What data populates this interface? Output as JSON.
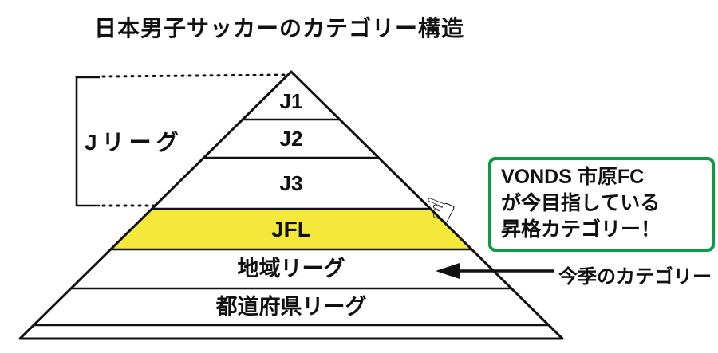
{
  "title": "日本男子サッカーのカテゴリー構造",
  "pyramid": {
    "levels": [
      {
        "label": "J1",
        "highlighted": false
      },
      {
        "label": "J2",
        "highlighted": false
      },
      {
        "label": "J3",
        "highlighted": false
      },
      {
        "label": "JFL",
        "highlighted": true
      },
      {
        "label": "地域リーグ",
        "highlighted": false
      },
      {
        "label": "都道府県リーグ",
        "highlighted": false
      }
    ]
  },
  "bracket": {
    "label": "Jリーグ"
  },
  "callout": {
    "lines": [
      "VONDS 市原FC",
      "が今目指している",
      "昇格カテゴリー！"
    ]
  },
  "annotation": {
    "label": "今季のカテゴリー"
  },
  "icons": {
    "pointing_hand": "☜"
  },
  "colors": {
    "yellow": "#F4E83B",
    "green": "#0A9B44",
    "ink": "#111111"
  }
}
